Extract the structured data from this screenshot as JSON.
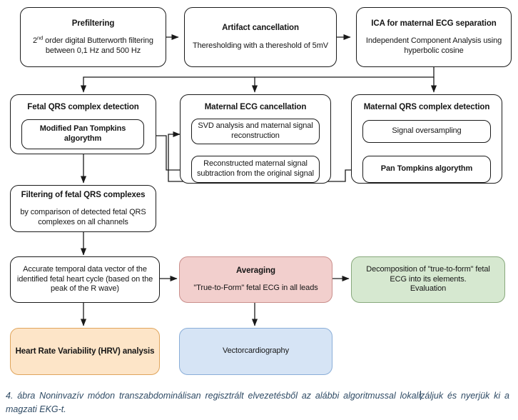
{
  "diagram": {
    "title": "Noninvasive transabdominal fetal ECG processing algorithm",
    "colors": {
      "pink": "#f2cfcd",
      "green": "#d6e8d0",
      "orange": "#fde5c8",
      "blue": "#d6e4f5",
      "line": "#1a1a1a",
      "caption": "#2e4a64"
    },
    "nodes": {
      "prefiltering": {
        "title": "Prefiltering",
        "sub_pre": "2",
        "sub_sup": "nd",
        "sub_post": " order digital Butterworth filtering",
        "sub_line2": "between 0,1 Hz and 500 Hz"
      },
      "artifact_cancellation": {
        "title": "Artifact cancellation",
        "sub": "Theresholding with a thereshold of 5mV"
      },
      "ica": {
        "title": "ICA for maternal ECG separation",
        "sub_line1": "Independent Component Analysis using",
        "sub_line2": "hyperbolic cosine"
      },
      "fetal_qrs_detection": {
        "title": "Fetal QRS complex detection",
        "inner": "Modified Pan Tompkins algorythm"
      },
      "maternal_ecg_cancellation": {
        "title": "Maternal ECG cancellation",
        "inner1": "SVD analysis and maternal signal reconstruction",
        "inner2": "Reconstructed maternal signal subtraction from the original signal"
      },
      "maternal_qrs_detection": {
        "title": "Maternal QRS complex detection",
        "inner1": "Signal oversampling",
        "inner2": "Pan Tompkins algorythm"
      },
      "filtering_fetal_qrs": {
        "title": "Filtering of fetal QRS complexes",
        "sub_line1": "by comparison of detected fetal QRS",
        "sub_line2": "complexes on all channels"
      },
      "temporal_vector": {
        "sub_line1": "Accurate temporal data vector of the",
        "sub_line2": "identified fetal heart cycle (based on the",
        "sub_line3": "peak of the R wave)"
      },
      "averaging": {
        "title": "Averaging",
        "sub": "\"True-to-Form\" fetal ECG in all leads"
      },
      "decomposition": {
        "sub_line1": "Decomposition of \"true-to-form\" fetal",
        "sub_line2": "ECG into its elements.",
        "sub_line3": "Evaluation"
      },
      "hrv": {
        "title": "Heart Rate Variability (HRV) analysis"
      },
      "vectorcardiography": {
        "title": "Vectorcardiography"
      }
    },
    "caption": {
      "part1": "4. ábra Noninvazív módon transzabdominálisan regisztrált elvezetésből az alábbi algoritmussal lokali",
      "part2": "záljuk és nyerjük ki a magzati EKG-t."
    }
  }
}
